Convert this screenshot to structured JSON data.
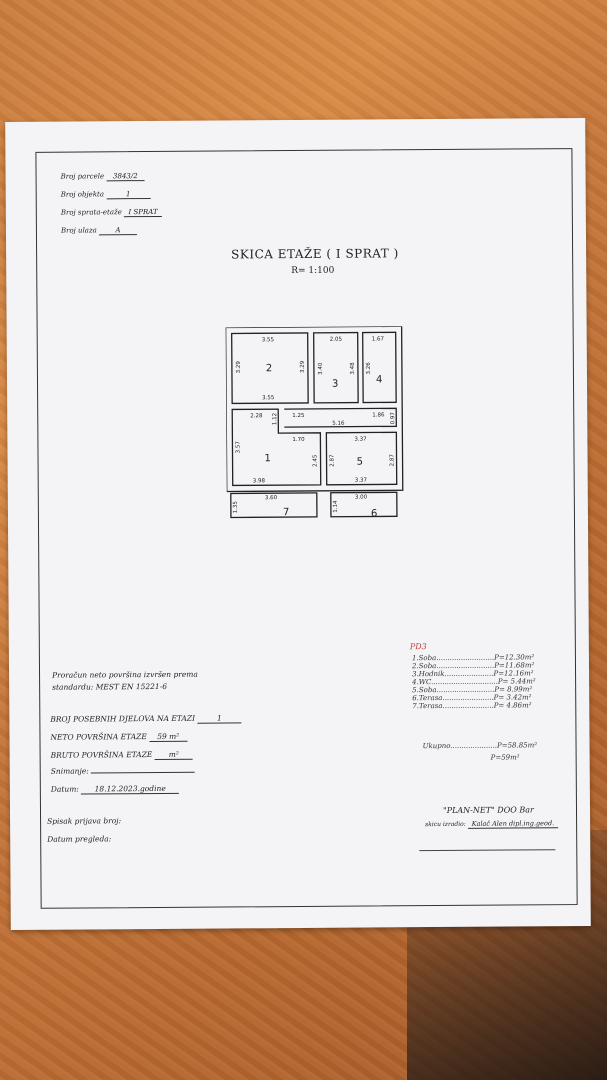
{
  "header": {
    "parcel_label": "Broj parcele",
    "parcel_value": "3843/2",
    "object_label": "Broj objekta",
    "object_value": "1",
    "floor_label": "Broj sprata-etaže",
    "floor_value": "I SPRAT",
    "entrance_label": "Broj ulaza",
    "entrance_value": "A"
  },
  "title": "SKICA ETAŽE ( I SPRAT )",
  "scale": "R= 1:100",
  "plan": {
    "rooms": [
      {
        "label": "2",
        "dims": [
          "3.55",
          "3.29",
          "3.29",
          "3.55"
        ]
      },
      {
        "label": "3",
        "dims": [
          "2.05",
          "3.40",
          "3.48"
        ]
      },
      {
        "label": "4",
        "dims": [
          "1.67",
          "3.26"
        ]
      },
      {
        "label": "1",
        "dims": [
          "2.28",
          "1.12",
          "3.57",
          "1.70",
          "2.45",
          "3.98"
        ]
      },
      {
        "label": "5",
        "dims": [
          "3.37",
          "2.87",
          "2.87",
          "3.37"
        ]
      },
      {
        "label": "7",
        "dims": [
          "1.35",
          "3.60"
        ]
      },
      {
        "label": "6",
        "dims": [
          "1.14",
          "3.00"
        ]
      }
    ],
    "corridor_dims": [
      "1.25",
      "5.16",
      "1.86",
      "0.97"
    ]
  },
  "method": {
    "line1": "Proračun neto površina izvršen prema",
    "line2": "standardu:  MEST EN 15221-6"
  },
  "summary": {
    "units_label": "BROJ POSEBNIH DJELOVA NA ETAZI",
    "units_value": "1",
    "neto_label": "NETO POVRŠINA ETAZE",
    "neto_value": "59 m²",
    "bruto_label": "BRUTO POVRŠINA ETAZE",
    "bruto_value": "m²",
    "survey_label": "Snimanje:",
    "survey_value": "",
    "date_label": "Datum:",
    "date_value": "18.12.2023.godine"
  },
  "areas": {
    "heading": "PD3",
    "items": [
      "1.Soba..........................P=12.30m²",
      "2.Soba..........................P=11.68m²",
      "3.Hodnik......................P=12.16m²",
      "4.WC..............................P= 5.44m²",
      "5.Soba..........................P= 8.99m²",
      "6.Terasa.......................P= 3.42m²",
      "7.Terasa.......................P= 4.86m²"
    ],
    "total_label": "Ukupno.....................P=58.85m²",
    "total_rounded": "P=59m²"
  },
  "footer": {
    "list_label": "Spisak prijava broj:",
    "review_label": "Datum pregleda:",
    "company": "\"PLAN-NET\" DOO Bar",
    "made_by_label": "skicu izradio:",
    "made_by_value": "Kalač Alen dipl.ing.geod."
  }
}
